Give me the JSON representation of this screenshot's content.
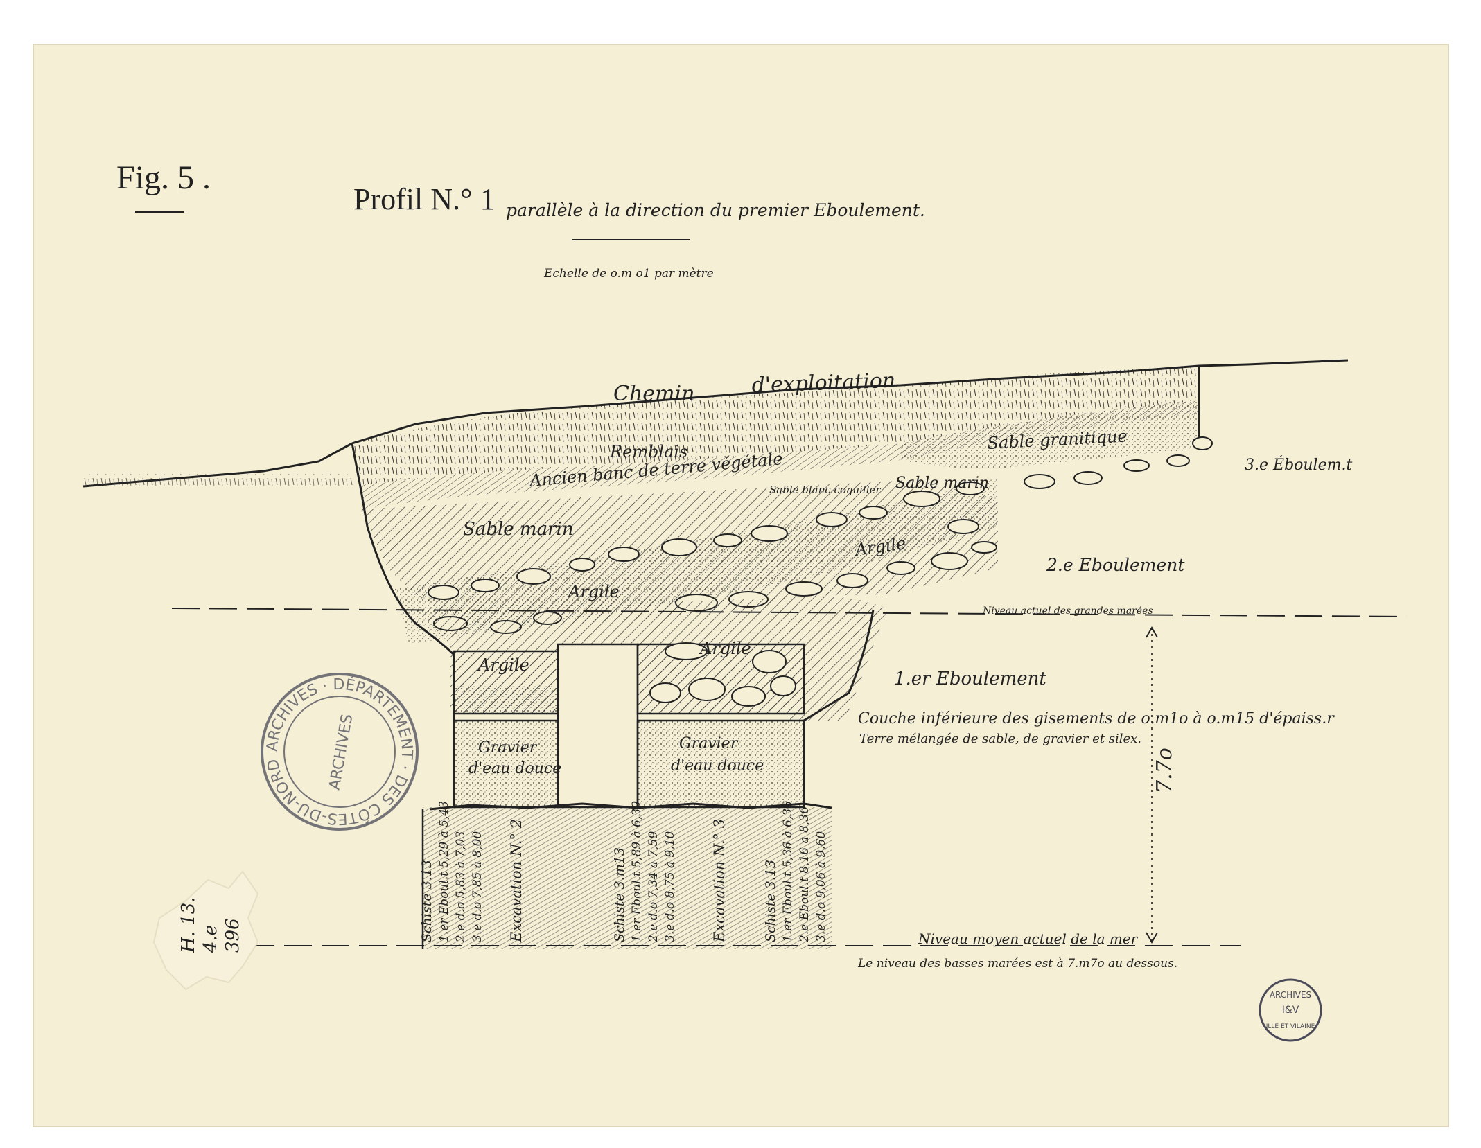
{
  "figure": {
    "label": "Fig. 5 .",
    "title_main": "Profil N.° 1",
    "title_sub": "parallèle à la direction du premier Eboulement.",
    "scale": "Echelle de o.m o1 par mètre"
  },
  "layers": {
    "chemin_1": "Chemin",
    "chemin_2": "d'exploitation",
    "remblais": "Remblais",
    "sable_granitique": "Sable granitique",
    "ancien_banc": "Ancien banc de terre végétale",
    "sable_blanc": "Sable blanc coquiller",
    "sable_marin_upper": "Sable marin",
    "sable_marin": "Sable marin",
    "argile_1": "Argile",
    "argile_2": "Argile",
    "argile_3": "Argile",
    "argile_4": "Argile",
    "gravier_1a": "Gravier",
    "gravier_1b": "d'eau douce",
    "gravier_2a": "Gravier",
    "gravier_2b": "d'eau douce"
  },
  "eboulements": {
    "e3": "3.e Éboulem.t",
    "e2": "2.e Eboulement",
    "e1": "1.er Eboulement",
    "couche": "Couche inférieure des gisements de o.m1o à o.m15 d'épaiss.r",
    "terre": "Terre mélangée de sable, de gravier et silex."
  },
  "levels": {
    "grandes_marees": "Niveau actuel des grandes marées",
    "moyen": "Niveau moyen actuel de la mer",
    "basses": "Le niveau des basses marées est à 7.m7o au dessous.",
    "height": "7.7o"
  },
  "columns": [
    {
      "lines": [
        "Schiste 3.13",
        "1.er Eboul.t 5,29 à 5,43",
        "2.e  d.o    5,83 à 7,03",
        "3.e  d.o    7,85 à 8,00"
      ]
    },
    {
      "lines": [
        "Excavation N.° 2"
      ]
    },
    {
      "lines": [
        "Schiste 3.m13",
        "1.er Eboul.t 5,89 à 6,39",
        "2.e  d.o    7,34 à 7,59",
        "3.e  d.o    8,75 à 9,10"
      ]
    },
    {
      "lines": [
        "Excavation N.° 3"
      ]
    },
    {
      "lines": [
        "Schiste 3.13",
        "1.er Eboul.t 5,36 à 6,36",
        "2.e Eboul.t 8,16 à 8,36",
        "3.e  d.o    9,06 à 9,60"
      ]
    }
  ],
  "stamps": {
    "seal_ring": "ARCHIVES · DÉPARTEMENT · DES CÔTES-DU-NORD ·",
    "seal_center": "ARCHIVES",
    "side_1": "H. 13.",
    "side_2": "4.e",
    "side_3": "396",
    "small_1": "ARCHIVES",
    "small_2": "I&V",
    "small_3": "ILLE ET VILAINE"
  },
  "colors": {
    "paper": "#f5efd6",
    "ink": "#222222",
    "stamp": "#4a4a58"
  }
}
